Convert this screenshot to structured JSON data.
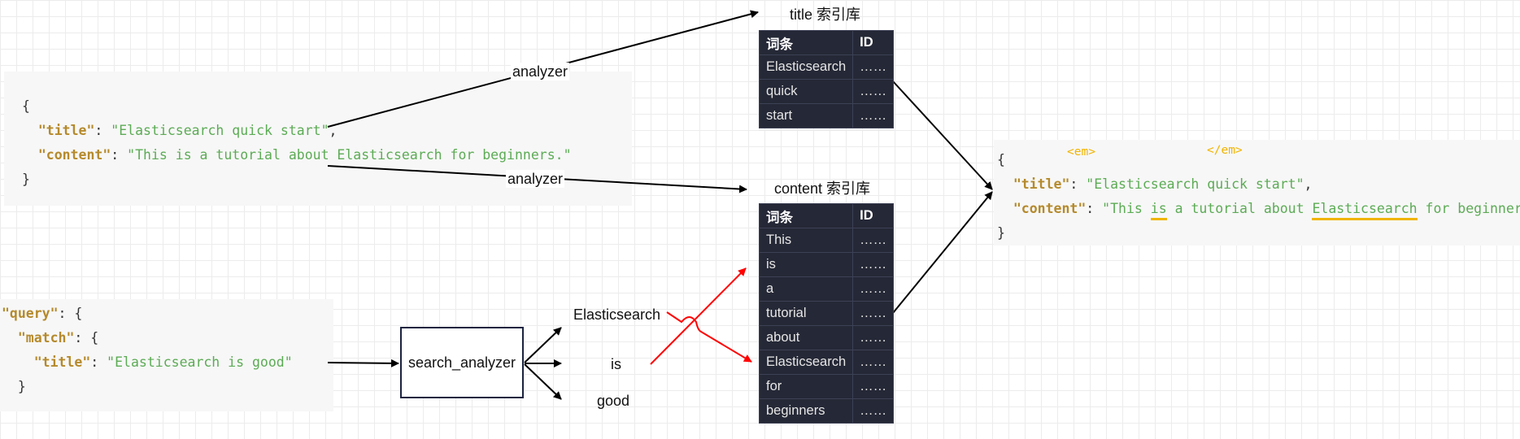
{
  "doc": {
    "open": "{",
    "close": "}",
    "title_key": "\"title\"",
    "title_val": "\"Elasticsearch quick start\"",
    "content_key": "\"content\"",
    "content_val": "\"This is a tutorial about Elasticsearch for beginners.\""
  },
  "query": {
    "query_key": "\"query\"",
    "match_key": "\"match\"",
    "title_key": "\"title\"",
    "title_val": "\"Elasticsearch is good\"",
    "close": "}"
  },
  "labels": {
    "analyzer_top": "analyzer",
    "analyzer_bottom": "analyzer",
    "search_analyzer": "search_analyzer",
    "title_index": "title 索引库",
    "content_index": "content 索引库"
  },
  "tokens": [
    "Elasticsearch",
    "is",
    "good"
  ],
  "title_table": {
    "headers": [
      "词条",
      "ID"
    ],
    "rows": [
      [
        "Elasticsearch",
        "……"
      ],
      [
        "quick",
        "……"
      ],
      [
        "start",
        "……"
      ]
    ]
  },
  "content_table": {
    "headers": [
      "词条",
      "ID"
    ],
    "rows": [
      [
        "This",
        "……"
      ],
      [
        "is",
        "……"
      ],
      [
        "a",
        "……"
      ],
      [
        "tutorial",
        "……"
      ],
      [
        "about",
        "……"
      ],
      [
        "Elasticsearch",
        "……"
      ],
      [
        "for",
        "……"
      ],
      [
        "beginners",
        "……"
      ]
    ]
  },
  "result": {
    "em_open": "<em>",
    "em_close": "</em>",
    "open": "{",
    "close": "}",
    "title_key": "\"title\"",
    "title_val": "\"Elasticsearch quick start\"",
    "content_key": "\"content\"",
    "content_q1": "\"This ",
    "content_hl1": "is",
    "content_mid": " a tutorial about ",
    "content_hl2": "Elasticsearch",
    "content_end": " for beginners.\""
  },
  "colors": {
    "code_bg": "#f7f7f7",
    "key": "#b58a2c",
    "string": "#5cab55",
    "highlight": "#f0b400",
    "table_bg": "#252836",
    "red_arrow": "#ff0000"
  }
}
